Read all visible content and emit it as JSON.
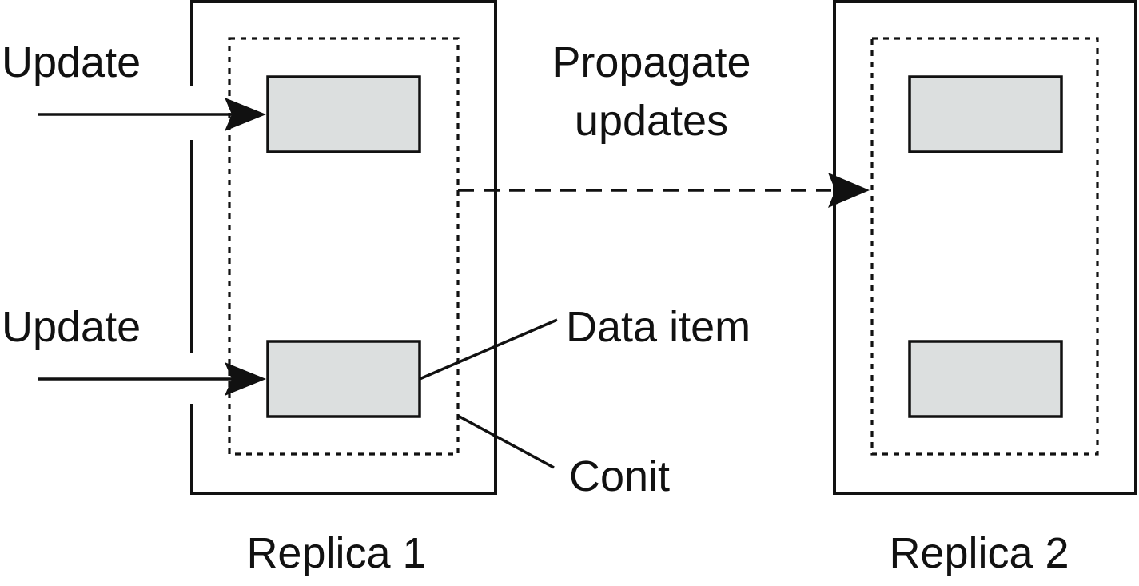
{
  "labels": {
    "update_top": "Update",
    "update_bottom": "Update",
    "propagate_line1": "Propagate",
    "propagate_line2": "updates",
    "data_item": "Data item",
    "conit": "Conit",
    "replica1": "Replica 1",
    "replica2": "Replica 2"
  },
  "colors": {
    "stroke": "#111111",
    "item_fill": "#dcdfdf",
    "background": "#ffffff"
  }
}
